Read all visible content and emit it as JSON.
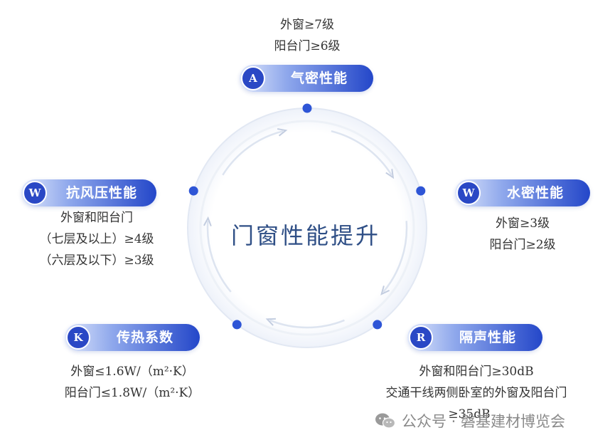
{
  "center_title": "门窗性能提升",
  "nodes": [
    {
      "key": "airtight",
      "badge": "A",
      "label": "气密性能",
      "lines": [
        "外窗≥7级",
        "阳台门≥6级"
      ]
    },
    {
      "key": "watertight",
      "badge": "W",
      "label": "水密性能",
      "lines": [
        "外窗≥3级",
        "阳台门≥2级"
      ]
    },
    {
      "key": "sound",
      "badge": "R",
      "label": "隔声性能",
      "lines": [
        "外窗和阳台门≥30dB",
        "交通干线两侧卧室的外窗及阳台门",
        "≥35dB"
      ]
    },
    {
      "key": "heat",
      "badge": "K",
      "label": "传热系数",
      "lines": [
        "外窗≤1.6W/（m²·K）",
        "阳台门≤1.8W/（m²·K）"
      ]
    },
    {
      "key": "wind",
      "badge": "W",
      "label": "抗风压性能",
      "lines": [
        "外窗和阳台门",
        "（七层及以上）≥4级",
        "（六层及以下）≥3级"
      ]
    }
  ],
  "watermark": {
    "text": "公众号 · 磐基建材博览会",
    "icon": "wechat-icon"
  },
  "colors": {
    "accent": "#2a48c5",
    "title": "#2f4f86",
    "dot": "#2e55d6",
    "ring": "#dfe6f3"
  }
}
